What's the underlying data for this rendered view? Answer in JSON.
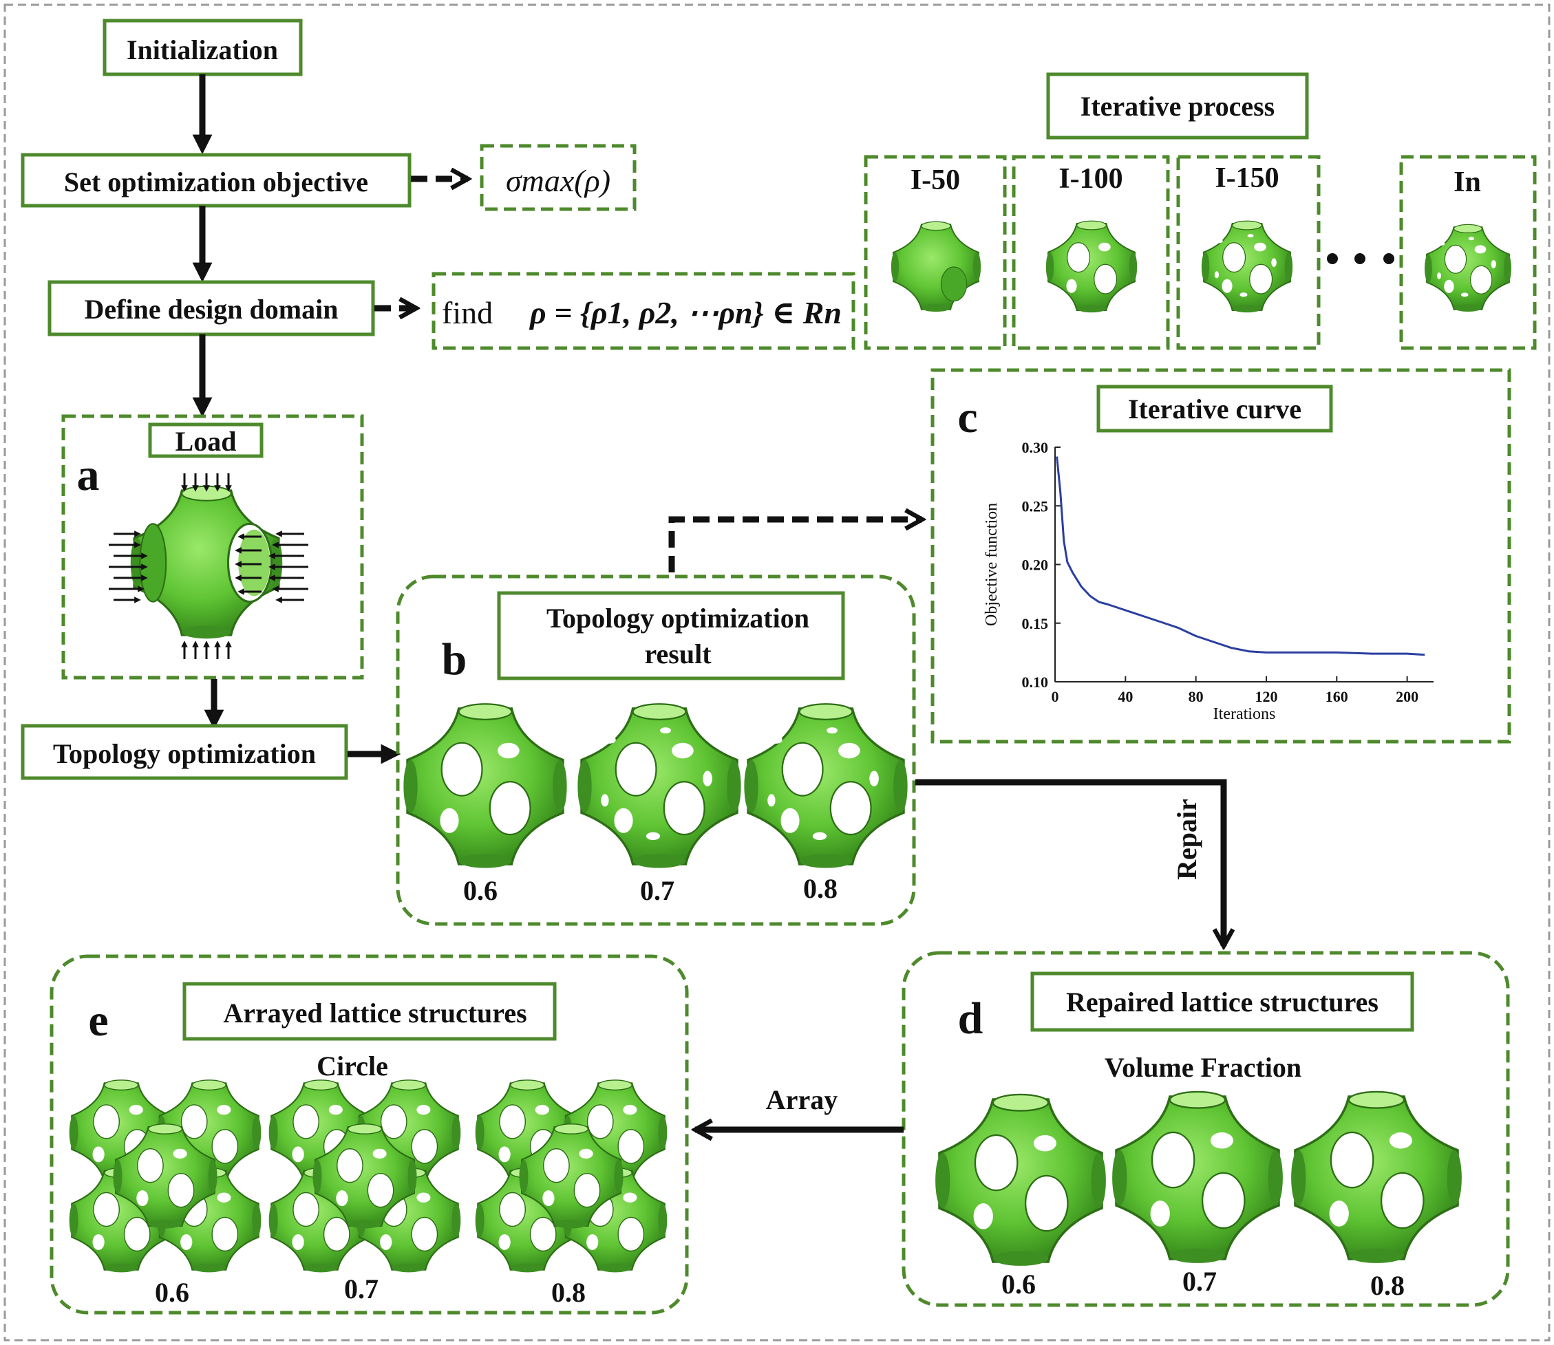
{
  "flow": {
    "initialization": "Initialization",
    "set_objective": "Set optimization objective",
    "objective_math": "σmax(ρ)",
    "define_domain": "Define design domain",
    "find_word": "find",
    "find_math": "ρ = {ρ1, ρ2, ⋯ρn} ∈ Rn",
    "topology_optimization": "Topology optimization"
  },
  "panel_a": {
    "letter": "a",
    "title": "Load"
  },
  "iterative_process": {
    "title": "Iterative process",
    "stages": [
      "I-50",
      "I-100",
      "I-150",
      "In"
    ]
  },
  "panel_b": {
    "letter": "b",
    "title_line1": "Topology optimization",
    "title_line2": "result",
    "fractions": [
      "0.6",
      "0.7",
      "0.8"
    ]
  },
  "panel_c": {
    "letter": "c",
    "title": "Iterative curve"
  },
  "panel_d": {
    "letter": "d",
    "title": "Repaired lattice structures",
    "subtitle": "Volume Fraction",
    "fractions": [
      "0.6",
      "0.7",
      "0.8"
    ]
  },
  "panel_e": {
    "letter": "e",
    "title": "Arrayed lattice structures",
    "subtitle": "Circle",
    "fractions": [
      "0.6",
      "0.7",
      "0.8"
    ]
  },
  "arrows": {
    "repair": "Repair",
    "array": "Array"
  },
  "colors": {
    "lattice_green": "#5fc433",
    "box_green": "#4e8a2c"
  },
  "chart_data": {
    "type": "line",
    "xlabel": "Iterations",
    "ylabel": "Objective function",
    "xlim": [
      0,
      215
    ],
    "ylim": [
      0.1,
      0.3
    ],
    "xticks": [
      "0",
      "40",
      "80",
      "120",
      "160",
      "200"
    ],
    "yticks": [
      "0.10",
      "0.15",
      "0.20",
      "0.25",
      "0.30"
    ],
    "series": [
      {
        "x": [
          1,
          3,
          5,
          7,
          10,
          15,
          20,
          25,
          30,
          40,
          50,
          60,
          70,
          80,
          90,
          100,
          110,
          120,
          140,
          160,
          180,
          200,
          210
        ],
        "values": [
          0.292,
          0.262,
          0.22,
          0.202,
          0.193,
          0.181,
          0.173,
          0.168,
          0.166,
          0.161,
          0.156,
          0.151,
          0.146,
          0.139,
          0.134,
          0.129,
          0.126,
          0.125,
          0.125,
          0.125,
          0.124,
          0.124,
          0.123
        ],
        "color": "#2b3fa0"
      }
    ]
  }
}
